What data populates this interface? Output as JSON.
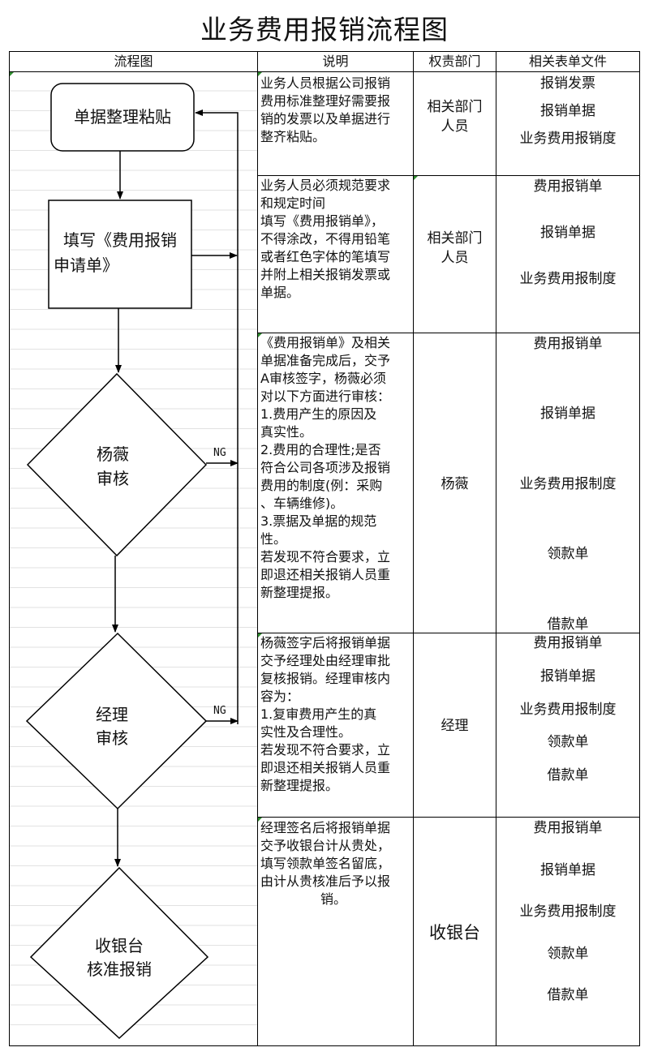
{
  "title": "业务费用报销流程图",
  "headers": {
    "flow": "流程图",
    "desc": "说明",
    "dept": "权责部门",
    "forms": "相关表单文件"
  },
  "flow_nodes": {
    "n1": "单据整理粘贴",
    "n2_l1": "填写《费用报销",
    "n2_l2": "申请单》",
    "n3_l1": "杨薇",
    "n3_l2": "审核",
    "n4_l1": "经理",
    "n4_l2": "审核",
    "n5_l1": "收银台",
    "n5_l2": "核准报销",
    "ng1": "NG",
    "ng2": "NG"
  },
  "rows": [
    {
      "desc": [
        "业务人员根据公司报销",
        "费用标准整理好需要报",
        "销的发票以及单据进行",
        "整齐粘贴。"
      ],
      "dept_l1": "相关部门",
      "dept_l2": "人员",
      "forms": [
        "报销发票",
        "报销单据",
        "业务费用报销度"
      ]
    },
    {
      "desc": [
        "业务人员必须规范要求",
        "和规定时间",
        "填写《费用报销单》，",
        "不得涂改，不得用铅笔",
        "或者红色字体的笔填写",
        "并附上相关报销发票或",
        "单据。"
      ],
      "dept_l1": "相关部门",
      "dept_l2": "人员",
      "forms": [
        "费用报销单",
        "报销单据",
        "业务费用报制度"
      ]
    },
    {
      "desc": [
        "《费用报销单》及相关",
        "单据准备完成后，交予",
        "A审核签字，杨薇必须",
        "对以下方面进行审核：",
        "1.费用产生的原因及",
        "真实性。",
        "2.费用的合理性;是否",
        "符合公司各项涉及报销",
        "费用的制度(例：采购",
        "、车辆维修)。",
        "3.票据及单据的规范",
        "性。",
        "若发现不符合要求，立",
        "即退还相关报销人员重",
        "新整理提报。"
      ],
      "dept": "杨薇",
      "forms": [
        "费用报销单",
        "报销单据",
        "业务费用报制度",
        "领款单",
        "借款单"
      ]
    },
    {
      "desc": [
        "杨薇签字后将报销单据",
        "交予经理处由经理审批",
        "复核报销。经理审核内",
        "容为：",
        "1.复审费用产生的真",
        "实性及合理性。",
        "若发现不符合要求，立",
        "即退还相关报销人员重",
        "新整理提报。"
      ],
      "dept": "经理",
      "forms": [
        "费用报销单",
        "报销单据",
        "业务费用报制度",
        "领款单",
        "借款单"
      ]
    },
    {
      "desc": [
        "经理签名后将报销单据",
        "交予收银台计从贵处，",
        "填写领款单签名留底，",
        "由计从贵核准后予以报",
        "销。"
      ],
      "dept": "收银台",
      "forms": [
        "费用报销单",
        "报销单据",
        "业务费用报制度",
        "领款单",
        "借款单"
      ]
    }
  ]
}
